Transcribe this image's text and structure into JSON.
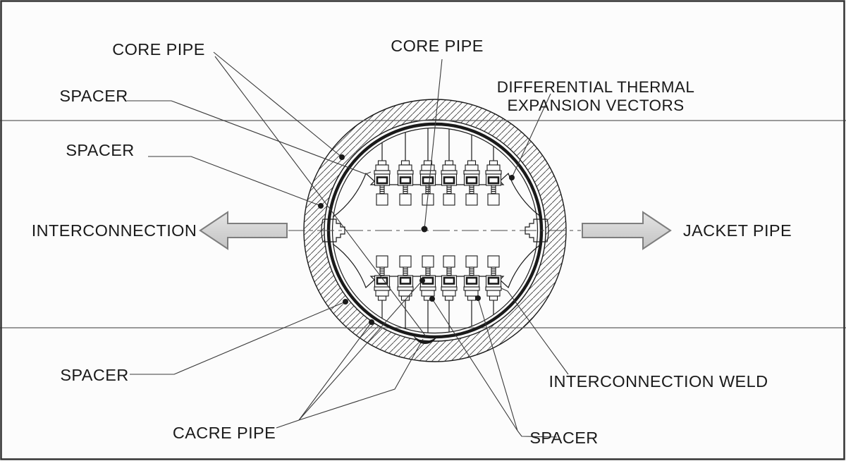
{
  "diagram": {
    "title": "pipe-in-pipe interconnection cross-section",
    "labels": {
      "core_pipe_left": "CORE PIPE",
      "spacer_upper": "SPACER",
      "spacer_mid": "SPACER",
      "core_pipe_center": "CORE PIPE",
      "differential_line1": "DIFFERENTIAL THERMAL",
      "differential_line2": "EXPANSION VECTORS",
      "interconnection": "INTERCONNECTION",
      "jacket_pipe": "JACKET PIPE",
      "spacer_lower_left": "SPACER",
      "cacre_pipe": "CACRE PIPE",
      "interconnection_weld": "INTERCONNECTION WELD",
      "spacer_lower_right": "SPACER"
    },
    "colors": {
      "line": "#1a1a1a",
      "leader": "#3a3a3a",
      "rule": "#5f5f5f",
      "frame": "#333333",
      "background": "#fcfcfc",
      "arrow_fill_light": "#e4e4e4",
      "arrow_fill_dark": "#c3c3c3",
      "arrow_stroke": "#7e7e7e"
    }
  }
}
